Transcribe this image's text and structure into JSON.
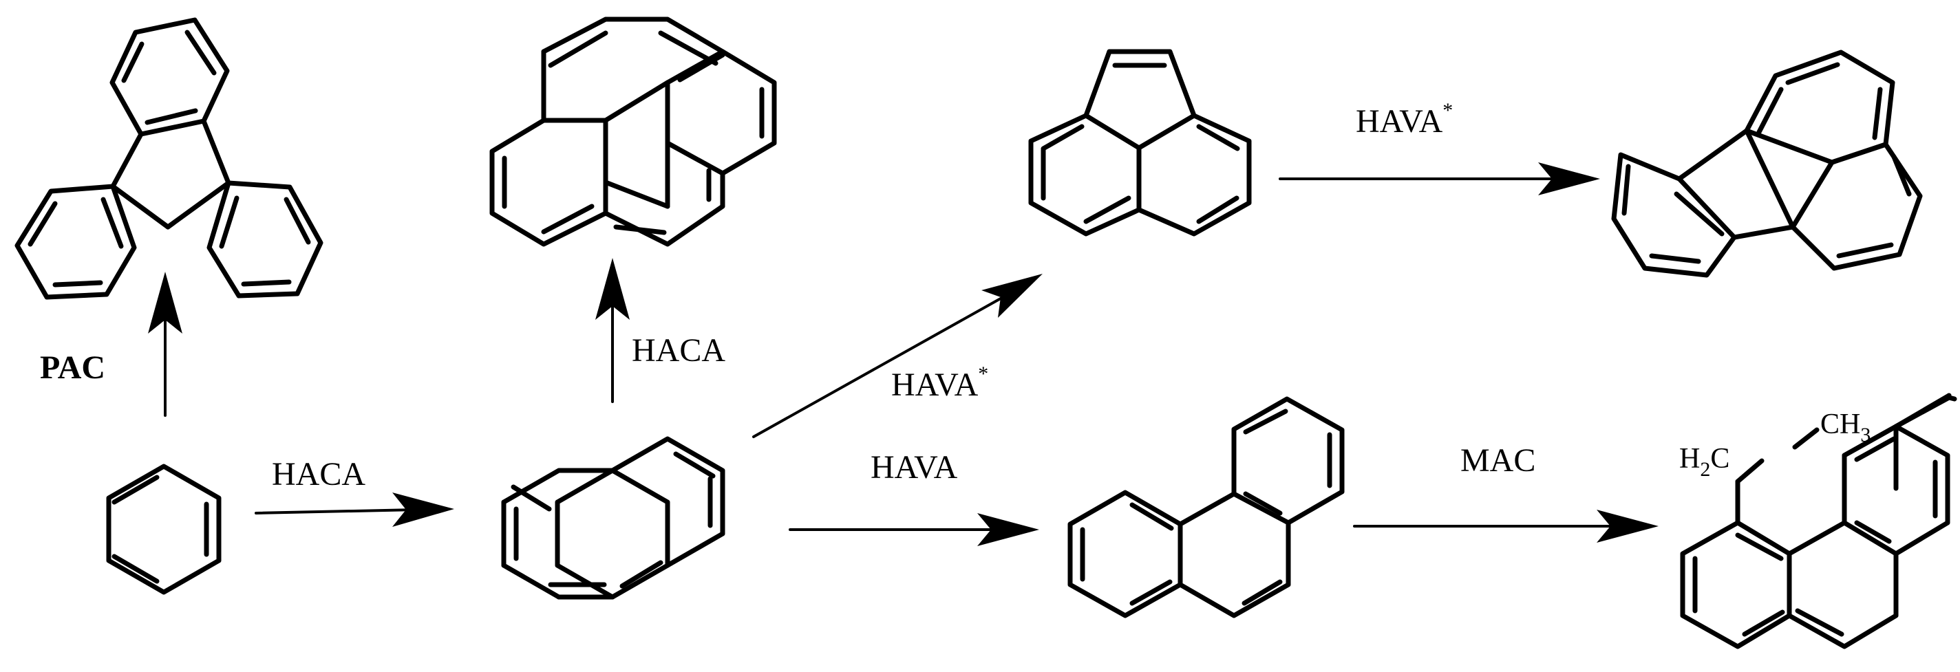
{
  "scheme": {
    "molecules": {
      "benzene": "benzene-structure",
      "naphthalene": "naphthalene-structure",
      "triphenylene": "triphenylene-structure",
      "pyrene": "pyrene-structure",
      "acenaphthylene": "acenaphthylene-structure",
      "fluoranthene": "fluoranthene-structure",
      "phenanthrene": "phenanthrene-structure",
      "ethylphenanthrene": "ethylphenanthrene-structure"
    },
    "labels": {
      "pac": "PAC",
      "haca_1": "HACA",
      "haca_2": "HACA",
      "hava_star_1": "HAVA",
      "hava_star_1_sup": "*",
      "hava_star_2": "HAVA",
      "hava_star_2_sup": "*",
      "hava": "HAVA",
      "mac": "MAC"
    },
    "substituent": {
      "h": "H",
      "h_sub": "2",
      "c1": "C",
      "c2": "CH",
      "c2_sub": "3"
    },
    "colors": {
      "ink": "#000000",
      "background": "#ffffff"
    }
  }
}
